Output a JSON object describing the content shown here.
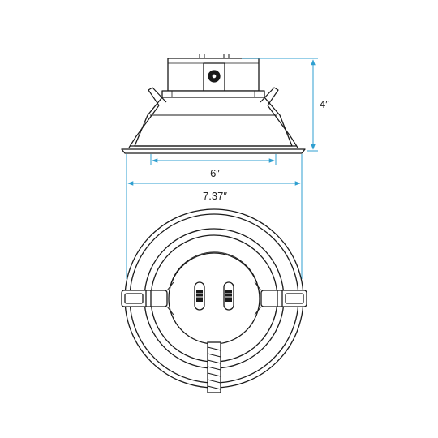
{
  "dimensions": {
    "height_label": "4″",
    "trim_width_label": "6″",
    "overall_width_label": "7.37″"
  },
  "colors": {
    "line": "#1a1a1a",
    "dimension": "#2f9fd0",
    "fill": "#ffffff"
  }
}
